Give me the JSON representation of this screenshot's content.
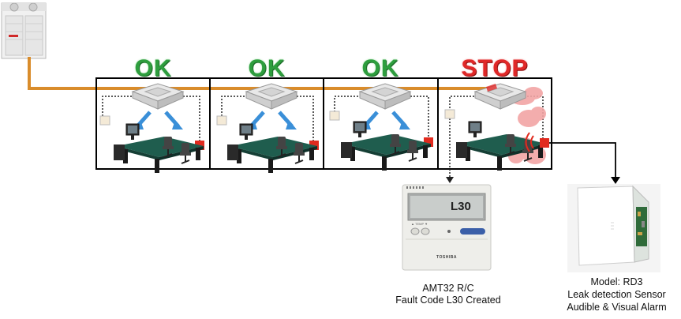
{
  "zones": [
    {
      "status": "OK",
      "state": "ok"
    },
    {
      "status": "OK",
      "state": "ok"
    },
    {
      "status": "OK",
      "state": "ok"
    },
    {
      "status": "STOP",
      "state": "stop"
    }
  ],
  "remote_controller": {
    "display_code": "L30",
    "brand": "TOSHIBA",
    "caption_line1": "AMT32 R/C",
    "caption_line2": "Fault Code L30 Created"
  },
  "sensor": {
    "caption_line1": "Model: RD3",
    "caption_line2": "Leak detection Sensor",
    "caption_line3": "Audible & Visual Alarm"
  },
  "colors": {
    "ok": "#2e9e3e",
    "stop": "#e02828",
    "refrigerant_pipe": "#d98c2b",
    "sensor_red": "#e12a1e",
    "airflow_blue": "#3a8fd8",
    "leak_cloud": "#f2a5a5"
  }
}
